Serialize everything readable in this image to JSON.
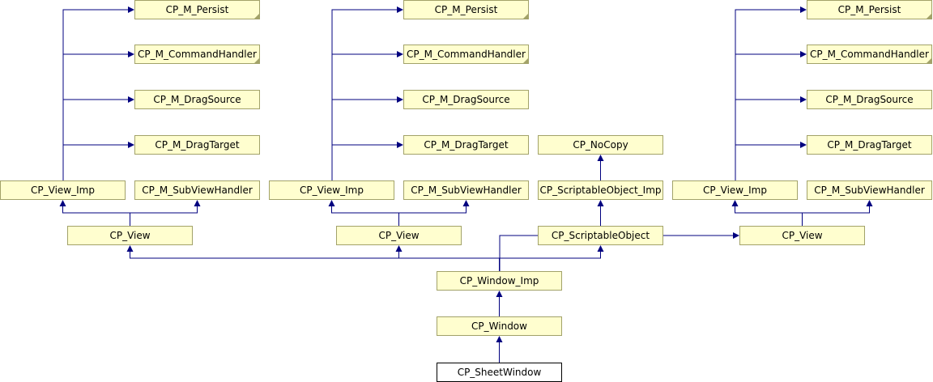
{
  "diagram": {
    "colors": {
      "edge": "#00007f",
      "node_fill": "#fffecf",
      "node_border": "#a2a269",
      "current_fill": "#ffffff",
      "current_border": "#000000"
    },
    "nodes": {
      "persist_1": {
        "label": "CP_M_Persist",
        "folded": true
      },
      "cmd_1": {
        "label": "CP_M_CommandHandler",
        "folded": true
      },
      "dragsrc_1": {
        "label": "CP_M_DragSource"
      },
      "dragtgt_1": {
        "label": "CP_M_DragTarget"
      },
      "viewimp_1": {
        "label": "CP_View_Imp"
      },
      "subview_1": {
        "label": "CP_M_SubViewHandler"
      },
      "view_1": {
        "label": "CP_View"
      },
      "persist_2": {
        "label": "CP_M_Persist",
        "folded": true
      },
      "cmd_2": {
        "label": "CP_M_CommandHandler",
        "folded": true
      },
      "dragsrc_2": {
        "label": "CP_M_DragSource"
      },
      "dragtgt_2": {
        "label": "CP_M_DragTarget"
      },
      "viewimp_2": {
        "label": "CP_View_Imp"
      },
      "subview_2": {
        "label": "CP_M_SubViewHandler"
      },
      "view_2": {
        "label": "CP_View"
      },
      "nocopy": {
        "label": "CP_NoCopy"
      },
      "scriptimp": {
        "label": "CP_ScriptableObject_Imp"
      },
      "scriptobj": {
        "label": "CP_ScriptableObject"
      },
      "persist_3": {
        "label": "CP_M_Persist",
        "folded": true
      },
      "cmd_3": {
        "label": "CP_M_CommandHandler",
        "folded": true
      },
      "dragsrc_3": {
        "label": "CP_M_DragSource"
      },
      "dragtgt_3": {
        "label": "CP_M_DragTarget"
      },
      "viewimp_3": {
        "label": "CP_View_Imp"
      },
      "subview_3": {
        "label": "CP_M_SubViewHandler"
      },
      "view_3": {
        "label": "CP_View"
      },
      "windowimp": {
        "label": "CP_Window_Imp"
      },
      "window": {
        "label": "CP_Window"
      },
      "sheetwindow": {
        "label": "CP_SheetWindow",
        "current": true
      }
    },
    "edges": [
      {
        "from": "sheetwindow",
        "to": "window"
      },
      {
        "from": "window",
        "to": "windowimp"
      },
      {
        "from": "windowimp",
        "to": "view_1"
      },
      {
        "from": "windowimp",
        "to": "view_2"
      },
      {
        "from": "windowimp",
        "to": "scriptobj"
      },
      {
        "from": "windowimp",
        "to": "view_3"
      },
      {
        "from": "view_1",
        "to": "viewimp_1"
      },
      {
        "from": "view_1",
        "to": "subview_1"
      },
      {
        "from": "view_2",
        "to": "viewimp_2"
      },
      {
        "from": "view_2",
        "to": "subview_2"
      },
      {
        "from": "view_3",
        "to": "viewimp_3"
      },
      {
        "from": "view_3",
        "to": "subview_3"
      },
      {
        "from": "scriptobj",
        "to": "scriptimp"
      },
      {
        "from": "scriptimp",
        "to": "nocopy"
      },
      {
        "from": "viewimp_1",
        "to": "persist_1"
      },
      {
        "from": "viewimp_1",
        "to": "cmd_1"
      },
      {
        "from": "viewimp_1",
        "to": "dragsrc_1"
      },
      {
        "from": "viewimp_1",
        "to": "dragtgt_1"
      },
      {
        "from": "viewimp_2",
        "to": "persist_2"
      },
      {
        "from": "viewimp_2",
        "to": "cmd_2"
      },
      {
        "from": "viewimp_2",
        "to": "dragsrc_2"
      },
      {
        "from": "viewimp_2",
        "to": "dragtgt_2"
      },
      {
        "from": "viewimp_3",
        "to": "persist_3"
      },
      {
        "from": "viewimp_3",
        "to": "cmd_3"
      },
      {
        "from": "viewimp_3",
        "to": "dragsrc_3"
      },
      {
        "from": "viewimp_3",
        "to": "dragtgt_3"
      }
    ]
  }
}
